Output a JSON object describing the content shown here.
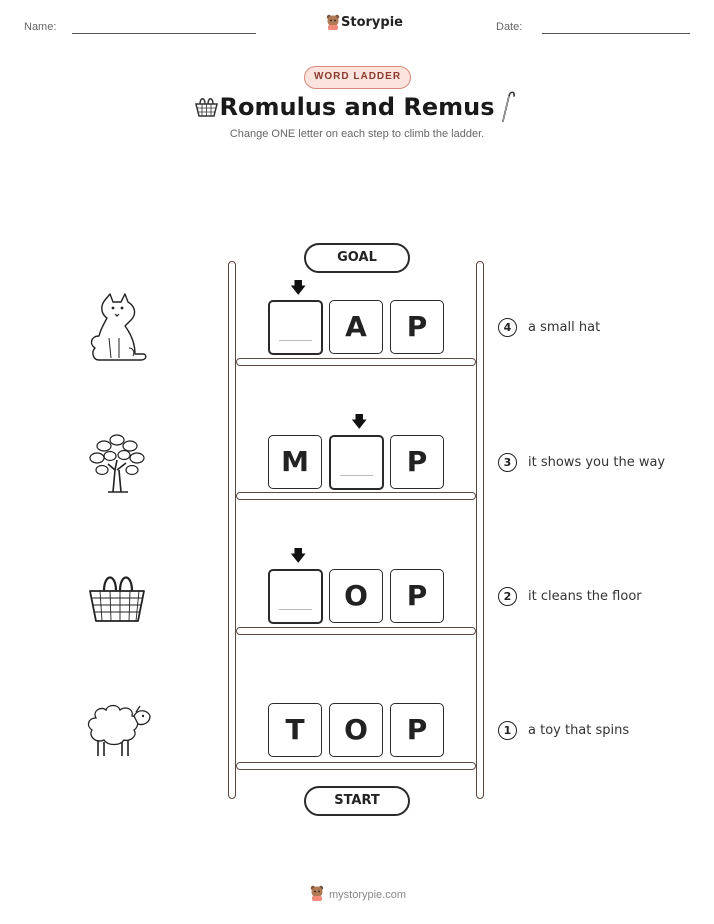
{
  "header": {
    "name_label": "Name:",
    "date_label": "Date:",
    "brand": "Storypie"
  },
  "badge": "WORD LADDER",
  "title": "Romulus and Remus",
  "subtitle": "Change ONE letter on each step to climb the ladder.",
  "goal_label": "GOAL",
  "start_label": "START",
  "rows": [
    {
      "step": "4",
      "letters": [
        "",
        "A",
        "P"
      ],
      "clue": "a small hat",
      "picture": "wolf-icon"
    },
    {
      "step": "3",
      "letters": [
        "M",
        "",
        "P"
      ],
      "clue": "it shows you the way",
      "picture": "tree-icon"
    },
    {
      "step": "2",
      "letters": [
        "",
        "O",
        "P"
      ],
      "clue": "it cleans the floor",
      "picture": "basket-icon"
    },
    {
      "step": "1",
      "letters": [
        "T",
        "O",
        "P"
      ],
      "clue": "a toy that spins",
      "picture": "sheep-icon"
    }
  ],
  "footer": "mystorypie.com"
}
